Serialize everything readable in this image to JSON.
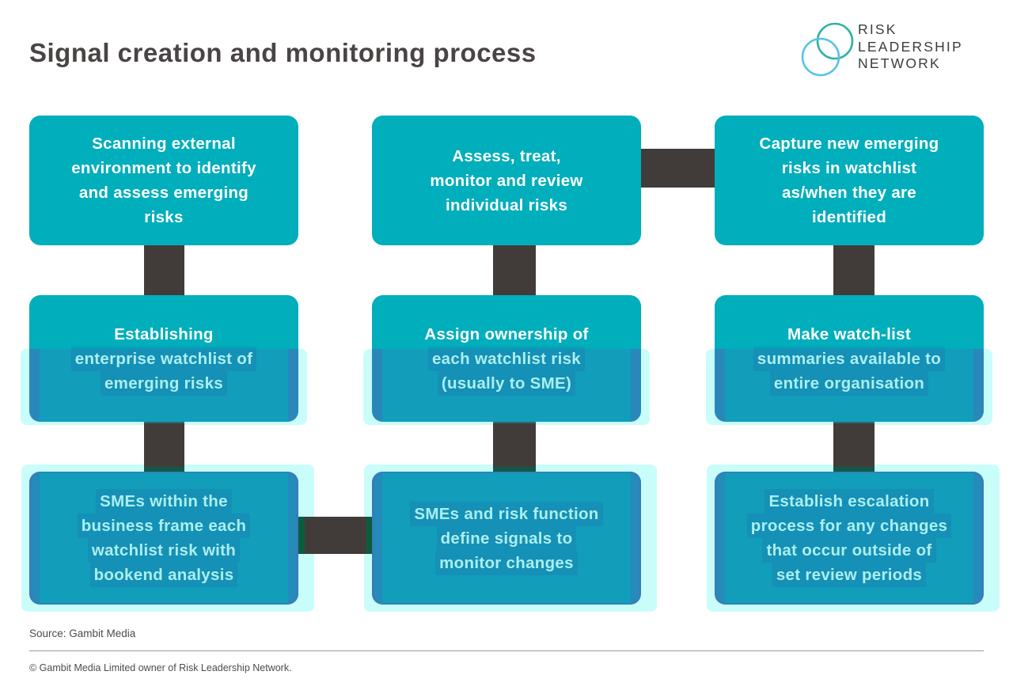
{
  "title": "Signal creation and monitoring process",
  "logo": {
    "name": "Risk Leadership Network",
    "lines": [
      "RISK",
      "LEADERSHIP",
      "NETWORK"
    ]
  },
  "colors": {
    "box": "#00aebc",
    "connector": "#413c3a",
    "connector_highlight_tint": "#0b5c3f",
    "selection_highlight": "#c9fdfa",
    "box_text": "#ffffff",
    "box_text_highlighted": "#abefef",
    "title_text": "#4a4444",
    "logo_text": "#3b3d3e",
    "logo_circle_top": "#2fb3a3",
    "logo_circle_bottom": "#55c4e4"
  },
  "diagram": {
    "boxes": [
      {
        "id": "scanning-external",
        "row": 1,
        "col": 1,
        "lines": [
          {
            "text": "Scanning external",
            "highlighted": false
          },
          {
            "text": "environment to identify",
            "highlighted": false
          },
          {
            "text": "and assess emerging",
            "highlighted": false
          },
          {
            "text": "risks",
            "highlighted": false
          }
        ]
      },
      {
        "id": "assess-treat",
        "row": 1,
        "col": 2,
        "lines": [
          {
            "text": "Assess, treat,",
            "highlighted": false
          },
          {
            "text": "monitor and review",
            "highlighted": false
          },
          {
            "text": "individual risks",
            "highlighted": false
          }
        ]
      },
      {
        "id": "capture-new-risks",
        "row": 1,
        "col": 3,
        "lines": [
          {
            "text": "Capture new emerging",
            "highlighted": false
          },
          {
            "text": "risks in watchlist",
            "highlighted": false
          },
          {
            "text": "as/when they are",
            "highlighted": false
          },
          {
            "text": "identified",
            "highlighted": false
          }
        ]
      },
      {
        "id": "establish-watchlist",
        "row": 2,
        "col": 1,
        "lines": [
          {
            "text": "Establishing",
            "highlighted": false
          },
          {
            "text": "enterprise watchlist of",
            "highlighted": true
          },
          {
            "text": "emerging risks",
            "highlighted": true
          }
        ]
      },
      {
        "id": "assign-ownership",
        "row": 2,
        "col": 2,
        "lines": [
          {
            "text": "Assign ownership of",
            "highlighted": false
          },
          {
            "text": "each watchlist risk",
            "highlighted": true
          },
          {
            "text": "(usually to SME)",
            "highlighted": true
          }
        ]
      },
      {
        "id": "watchlist-summaries",
        "row": 2,
        "col": 3,
        "lines": [
          {
            "text": "Make watch-list",
            "highlighted": false
          },
          {
            "text": "summaries available to",
            "highlighted": true
          },
          {
            "text": "entire organisation",
            "highlighted": true
          }
        ]
      },
      {
        "id": "smes-bookend",
        "row": 3,
        "col": 1,
        "lines": [
          {
            "text": "SMEs within the",
            "highlighted": true
          },
          {
            "text": "business frame each",
            "highlighted": true
          },
          {
            "text": "watchlist risk with",
            "highlighted": true
          },
          {
            "text": "bookend analysis",
            "highlighted": true
          }
        ]
      },
      {
        "id": "define-signals",
        "row": 3,
        "col": 2,
        "lines": [
          {
            "text": "SMEs and risk function",
            "highlighted": true
          },
          {
            "text": "define signals to",
            "highlighted": true
          },
          {
            "text": "monitor changes",
            "highlighted": true
          }
        ]
      },
      {
        "id": "escalation-process",
        "row": 3,
        "col": 3,
        "lines": [
          {
            "text": "Establish escalation",
            "highlighted": true
          },
          {
            "text": "process for any changes",
            "highlighted": true
          },
          {
            "text": "that occur outside of",
            "highlighted": true
          },
          {
            "text": "set review periods",
            "highlighted": true
          }
        ]
      }
    ]
  },
  "footer": {
    "source": "Source: Gambit Media",
    "copyright": "© Gambit Media Limited owner of Risk Leadership Network."
  }
}
